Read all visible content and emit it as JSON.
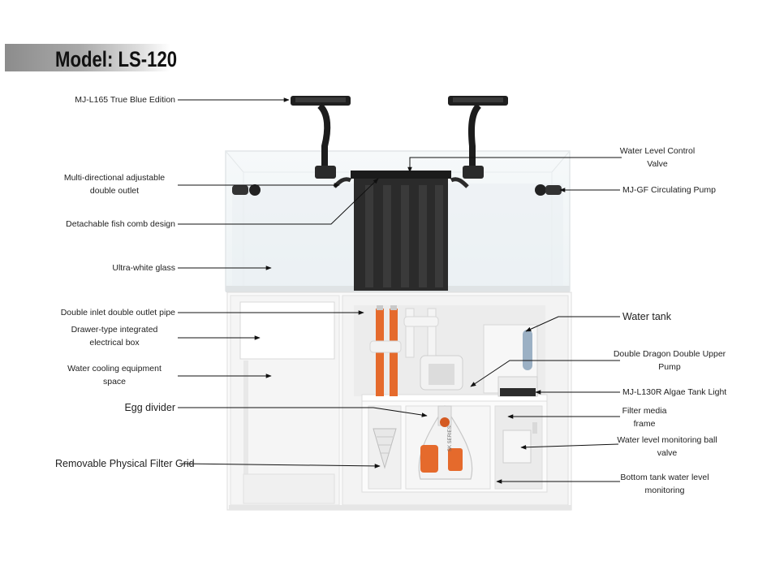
{
  "title": "Model: LS-120",
  "labels": {
    "light": "MJ-L165 True Blue Edition",
    "outlet": "Multi-directional adjustable\ndouble outlet",
    "comb": "Detachable fish comb design",
    "glass": "Ultra-white glass",
    "pipe": "Double inlet double outlet pipe",
    "drawer": "Drawer-type integrated\nelectrical box",
    "cooling": "Water cooling equipment\nspace",
    "egg": "Egg divider",
    "grid": "Removable Physical Filter Grid",
    "valve": "Water Level Control\nValve",
    "pump": "MJ-GF Circulating Pump",
    "tank": "Water tank",
    "upper_pump": "Double Dragon Double Upper\nPump",
    "algae": "MJ-L130R Algae Tank Light",
    "media": "Filter media\nframe",
    "ball": "Water level monitoring ball\nvalve",
    "bottom": "Bottom tank water level\nmonitoring"
  },
  "skimmer_text": "SK SERIES"
}
